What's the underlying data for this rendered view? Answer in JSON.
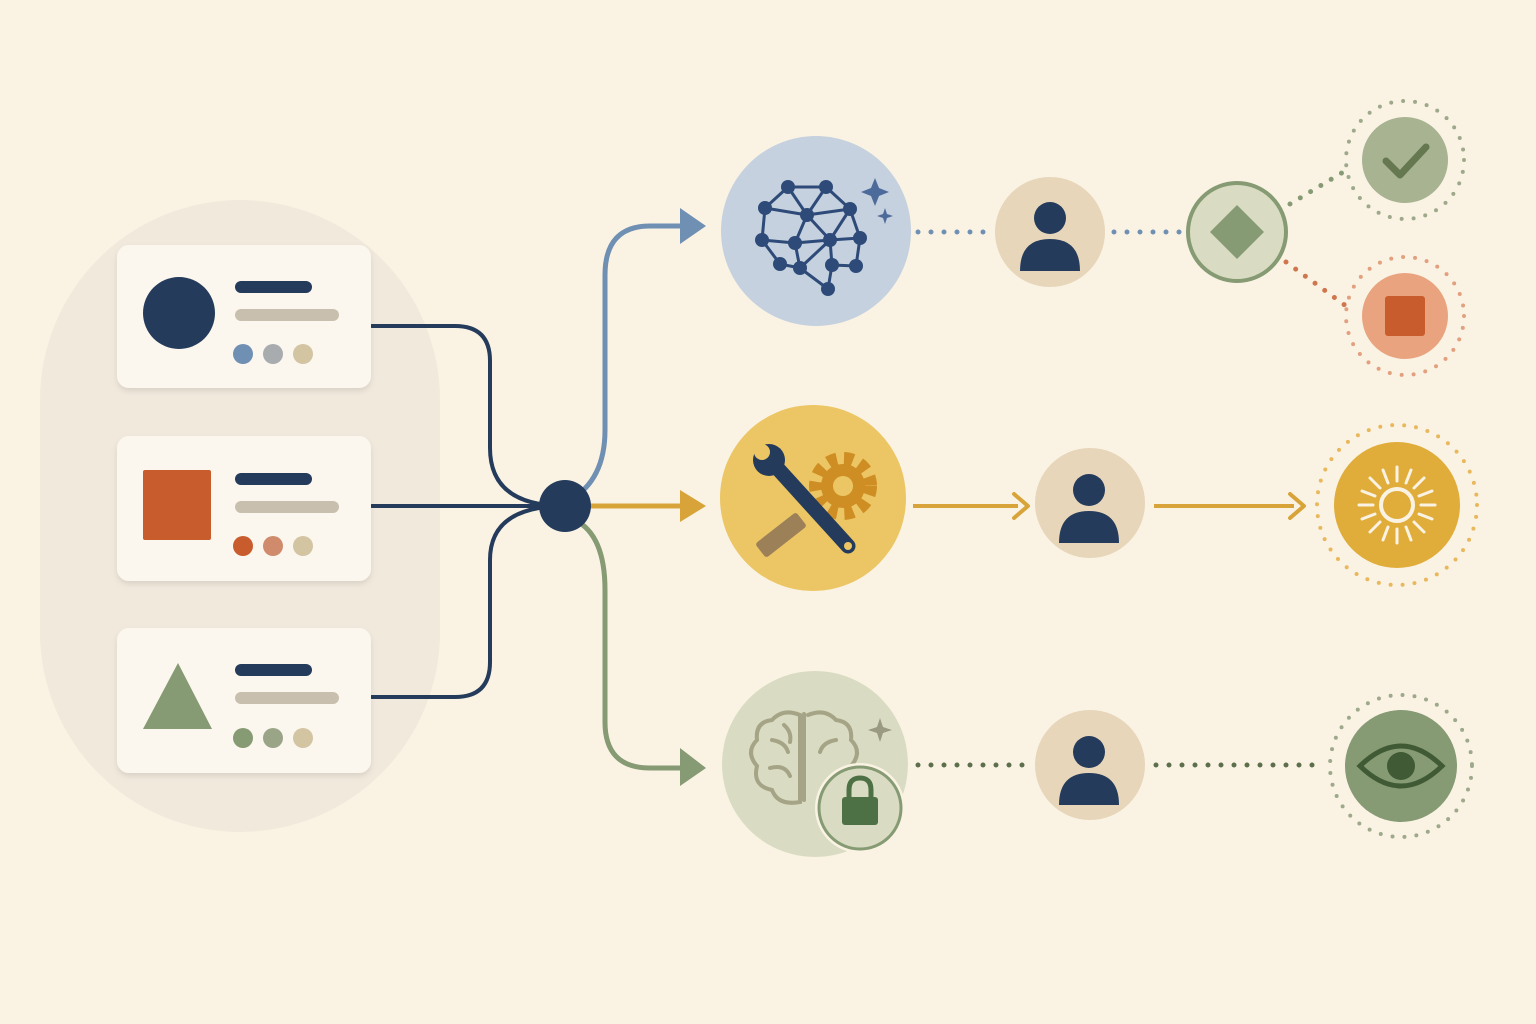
{
  "diagram": {
    "colors": {
      "background": "#faf3e4",
      "panel": "#f1e9dc",
      "card": "#fcf7ee",
      "navy": "#243b5c",
      "blue": "#6f8fb3",
      "blue_fill": "#c5d1de",
      "orange": "#c95c2c",
      "orange_light": "#e9a47f",
      "amber": "#d8a43a",
      "amber_fill": "#ecc665",
      "sage": "#869a73",
      "sage_fill": "#d9dcc2",
      "beige": "#e7d6ba",
      "gray_bar": "#c9bfae",
      "dot_tan": "#d3c4a2"
    },
    "input_cards": [
      {
        "shape": "circle",
        "shape_color": "#243b5c",
        "dot_colors": [
          "#6f8fb3",
          "#a8acae",
          "#d3c4a2"
        ]
      },
      {
        "shape": "square",
        "shape_color": "#c95c2c",
        "dot_colors": [
          "#c95c2c",
          "#d08b6c",
          "#d3c4a2"
        ]
      },
      {
        "shape": "triangle",
        "shape_color": "#869a73",
        "dot_colors": [
          "#869a73",
          "#9aa587",
          "#d3c4a2"
        ]
      }
    ],
    "hub": {
      "color": "#243b5c"
    },
    "branches": [
      {
        "color": "#6f8fb3",
        "main_icon": "network-brain-icon",
        "link_style": "dotted",
        "agent_icon": "person-icon",
        "outcomes": [
          {
            "icon": "checkmark-icon",
            "color": "#869a73"
          },
          {
            "icon": "square-stop-icon",
            "color": "#c95c2c"
          }
        ],
        "decision_icon": "diamond-icon"
      },
      {
        "color": "#d8a43a",
        "main_icon": "wrench-gear-icon",
        "link_style": "solid-arrow",
        "agent_icon": "person-icon",
        "outcomes": [
          {
            "icon": "sun-icon",
            "color": "#d8a43a"
          }
        ]
      },
      {
        "color": "#869a73",
        "main_icon": "brain-lock-icon",
        "link_style": "dotted",
        "agent_icon": "person-icon",
        "outcomes": [
          {
            "icon": "eye-icon",
            "color": "#869a73"
          }
        ]
      }
    ]
  }
}
